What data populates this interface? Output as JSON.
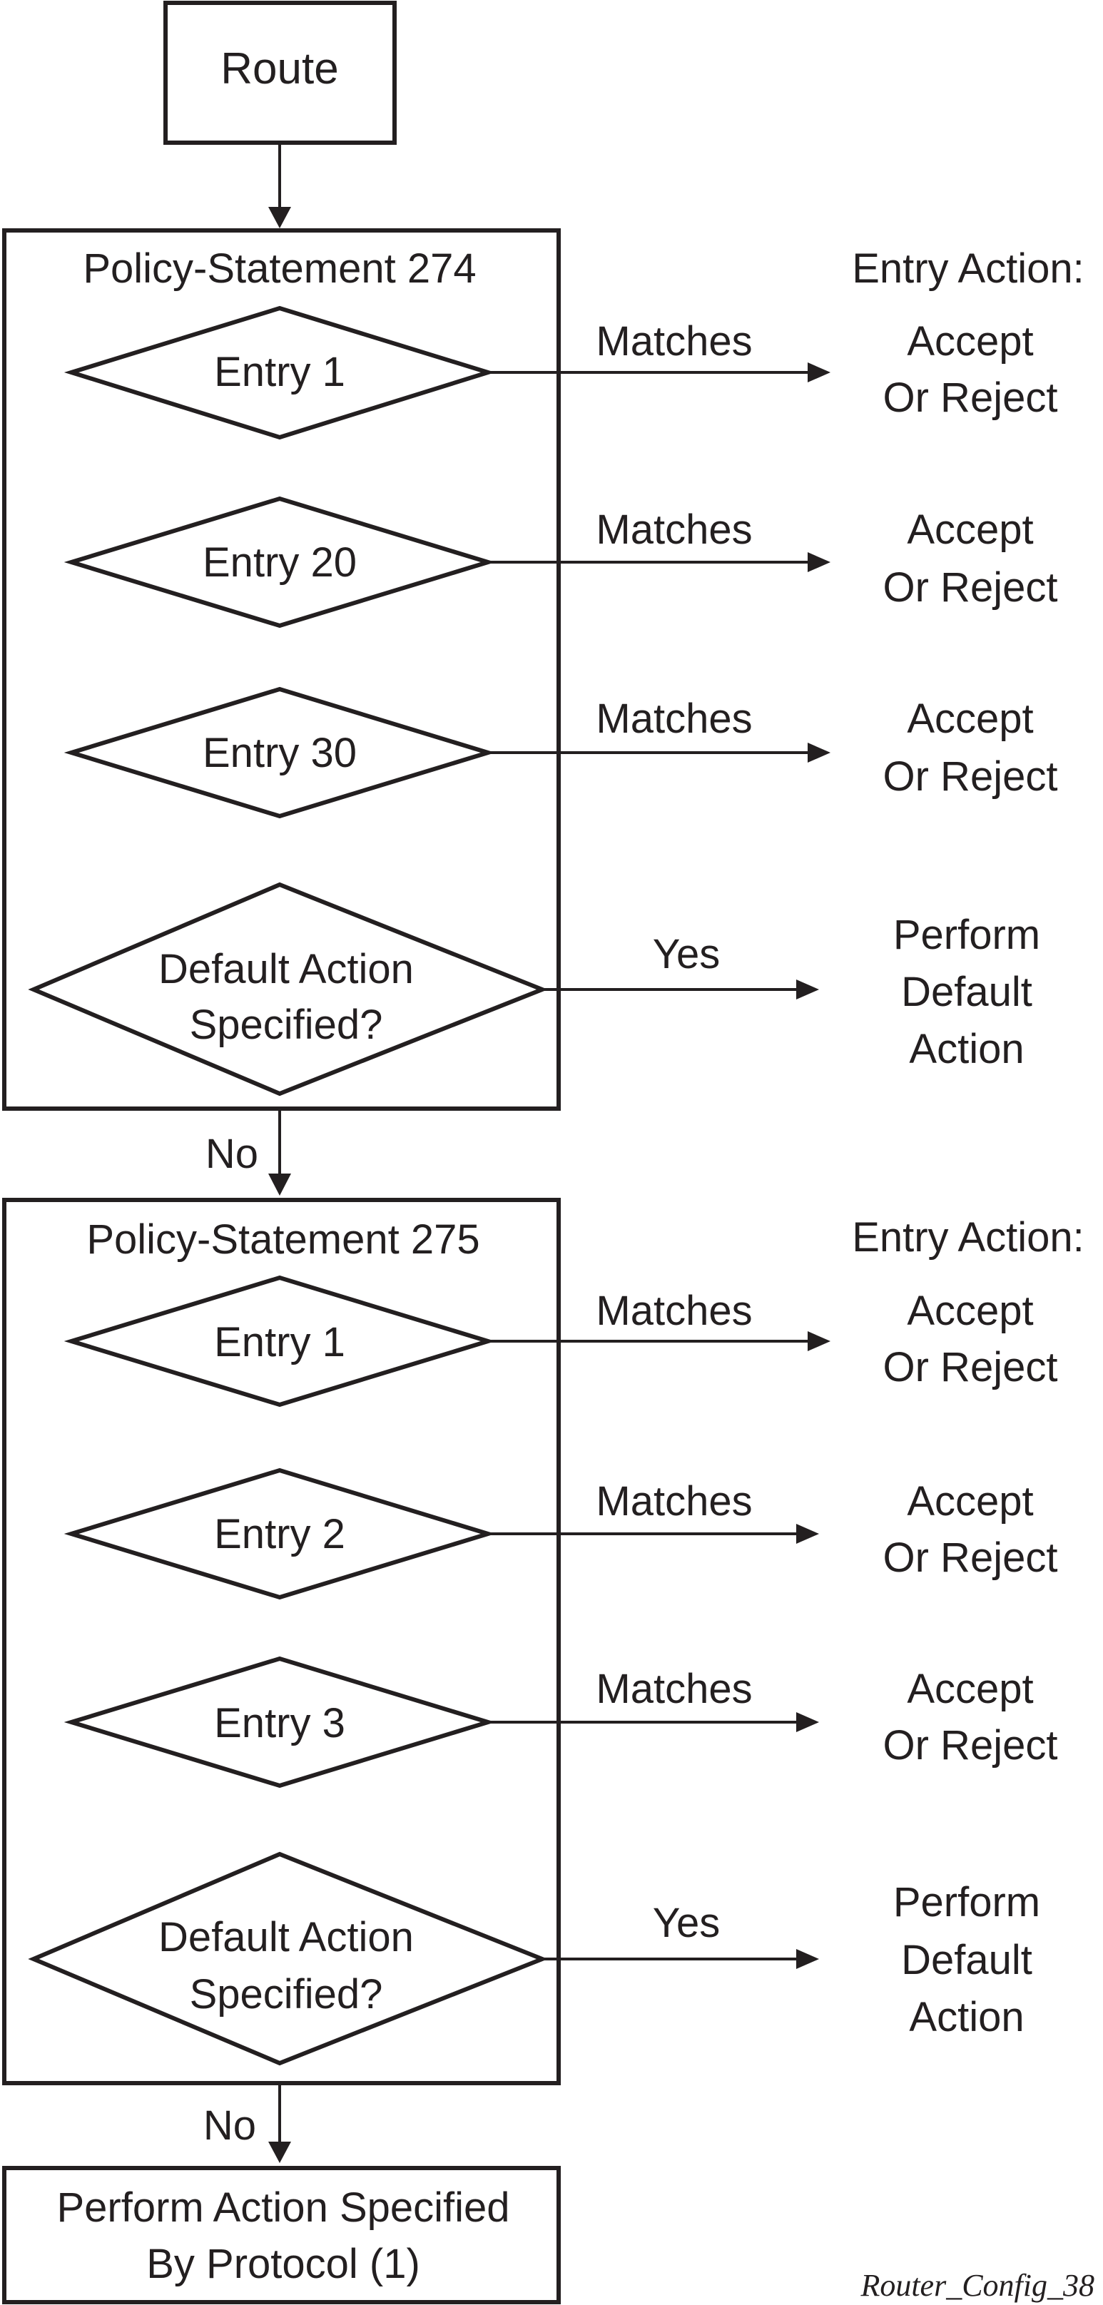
{
  "route_label": "Route",
  "action_header": "Entry Action:",
  "statements": [
    {
      "title": "Policy-Statement 274",
      "entries": [
        {
          "label": "Entry 1",
          "branch": "Matches",
          "action": [
            "Accept",
            "Or Reject"
          ]
        },
        {
          "label": "Entry 20",
          "branch": "Matches",
          "action": [
            "Accept",
            "Or Reject"
          ]
        },
        {
          "label": "Entry 30",
          "branch": "Matches",
          "action": [
            "Accept",
            "Or Reject"
          ]
        }
      ],
      "default_question": [
        "Default Action",
        "Specified?"
      ],
      "default_yes": "Yes",
      "default_action": [
        "Perform",
        "Default",
        "Action"
      ],
      "no_label": "No"
    },
    {
      "title": "Policy-Statement 275",
      "entries": [
        {
          "label": "Entry 1",
          "branch": "Matches",
          "action": [
            "Accept",
            "Or Reject"
          ]
        },
        {
          "label": "Entry 2",
          "branch": "Matches",
          "action": [
            "Accept",
            "Or Reject"
          ]
        },
        {
          "label": "Entry 3",
          "branch": "Matches",
          "action": [
            "Accept",
            "Or Reject"
          ]
        }
      ],
      "default_question": [
        "Default Action",
        "Specified?"
      ],
      "default_yes": "Yes",
      "default_action": [
        "Perform",
        "Default",
        "Action"
      ],
      "no_label": "No"
    }
  ],
  "final_action": [
    "Perform Action Specified",
    "By Protocol (1)"
  ],
  "figure_id": "Router_Config_38",
  "colors": {
    "ink": "#231f20",
    "background": "#ffffff"
  }
}
